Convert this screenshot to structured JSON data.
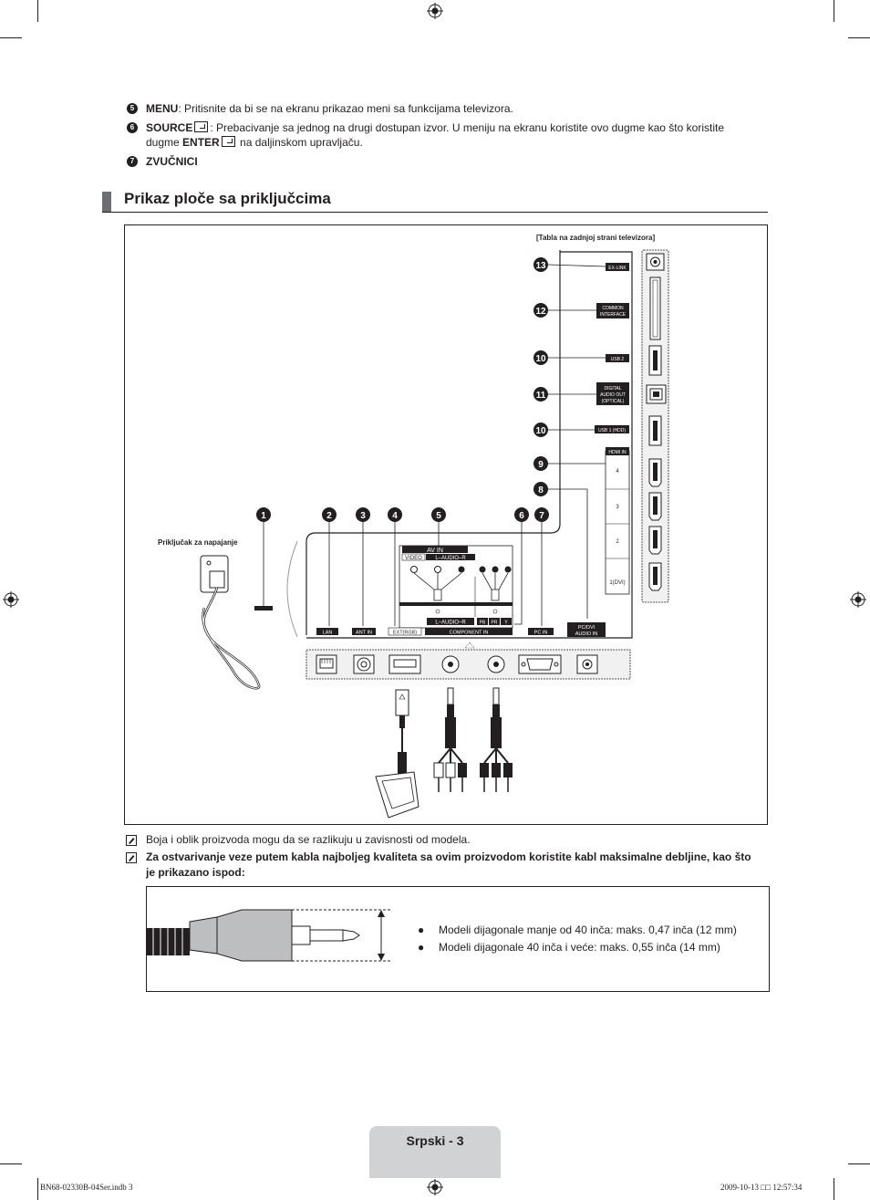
{
  "items": [
    {
      "num": "5",
      "label": "MENU",
      "text": ": Pritisnite da bi se na ekranu prikazao meni sa funkcijama televizora."
    },
    {
      "num": "6",
      "label": "SOURCE",
      "text_a": ": Prebacivanje sa jednog na drugi dostupan izvor. U meniju na ekranu koristite ovo dugme kao što koristite",
      "text_b_pre": "dugme ",
      "label_b": "ENTER",
      "text_b_post": " na daljinskom upravljaču."
    },
    {
      "num": "7",
      "label": "ZVUČNICI"
    }
  ],
  "section": {
    "title": "Prikaz ploče sa priključcima"
  },
  "diagram": {
    "panel_caption": "[Tabla na zadnjoj strani televizora]",
    "power_label": "Priključak za napajanje",
    "side_callouts": [
      "13",
      "12",
      "10",
      "11",
      "10",
      "9",
      "8"
    ],
    "bottom_callouts": [
      "1",
      "2",
      "3",
      "4",
      "5",
      "6",
      "7"
    ],
    "side_ports": {
      "exlink": "EX-LINK",
      "ci_1": "COMMON",
      "ci_2": "INTERFACE",
      "usb2": "USB 2",
      "dig_1": "DIGITAL",
      "dig_2": "AUDIO OUT",
      "dig_3": "(OPTICAL)",
      "usb1": "USB 1 (HDD)",
      "hdmi_head": "HDMI IN",
      "hdmi4": "4",
      "hdmi3": "3",
      "hdmi2": "2",
      "hdmi1": "1(DVI)"
    },
    "rear_ports": {
      "lan": "LAN",
      "ant": "ANT IN",
      "ext": "EXT(RGB)",
      "component": "COMPONENT IN",
      "pc": "PC IN",
      "pcdvi_1": "PC/DVI",
      "pcdvi_2": "AUDIO IN"
    },
    "av_in": {
      "title": "AV IN",
      "video": "VIDEO",
      "audio_top": "L–AUDIO–R",
      "audio_bottom": "L–AUDIO–R",
      "pb": "PB",
      "pr": "PR",
      "y": "Y"
    }
  },
  "notes": [
    {
      "text": "Boja i oblik proizvoda mogu da se razlikuju u zavisnosti od modela.",
      "bold": false
    },
    {
      "text_1": "Za ostvarivanje veze putem kabla najboljeg kvaliteta sa ovim proizvodom koristite kabl maksimalne debljine, kao što",
      "text_2": "je prikazano ispod:",
      "bold": true
    }
  ],
  "cable_specs": [
    "Modeli dijagonale manje od 40 inča: maks. 0,47 inča (12 mm)",
    "Modeli dijagonale 40 inča i veće: maks. 0,55 inča (14 mm)"
  ],
  "page": {
    "label": "Srpski - 3"
  },
  "footer": {
    "left": "BN68-02330B-04Ser.indb   3",
    "right": "2009-10-13   □□ 12:57:34"
  }
}
